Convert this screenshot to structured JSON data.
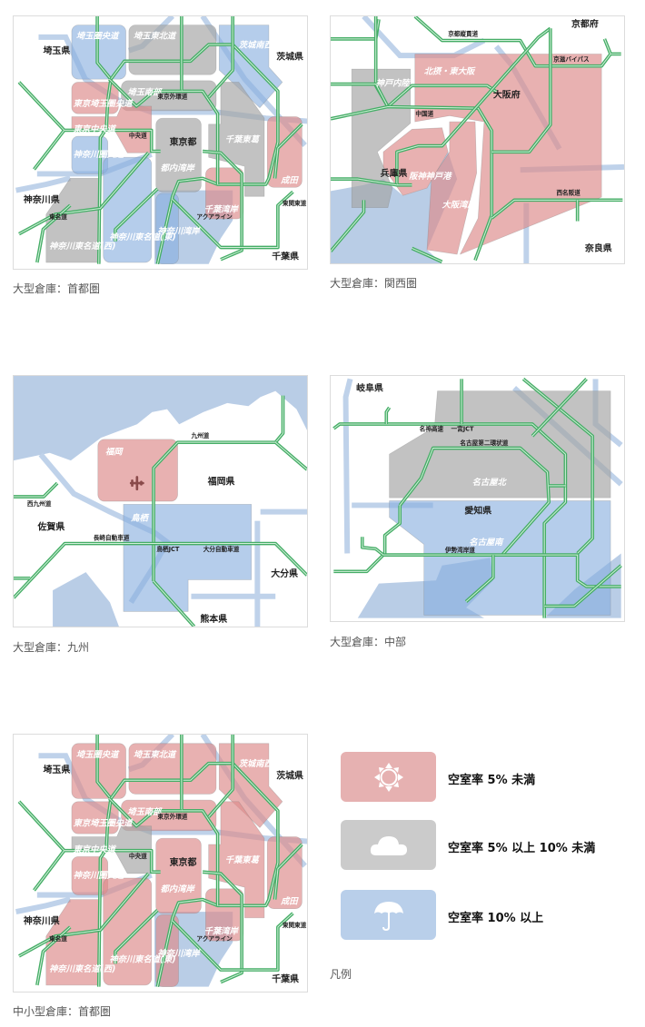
{
  "maps": [
    {
      "id": "kanto",
      "caption": "大型倉庫：首都圏",
      "prefectures": [
        "埼玉県",
        "茨城県",
        "神奈川県",
        "千葉県"
      ],
      "road_labels": [
        "アクアライン",
        "中央道",
        "東京外環道",
        "東名道",
        "東関東道"
      ],
      "regions": [
        {
          "name": "埼玉圏央道",
          "status": "blue"
        },
        {
          "name": "埼玉東北道",
          "status": "gray"
        },
        {
          "name": "茨城南西",
          "status": "blue"
        },
        {
          "name": "東京埼玉圏央道",
          "status": "red"
        },
        {
          "name": "埼玉南部",
          "status": "gray"
        },
        {
          "name": "東京中央道",
          "status": "red"
        },
        {
          "name": "神奈川圏央道",
          "status": "blue"
        },
        {
          "name": "都内湾岸",
          "status": "gray"
        },
        {
          "name": "千葉東葛",
          "status": "gray"
        },
        {
          "name": "成田",
          "status": "red"
        },
        {
          "name": "千葉湾岸",
          "status": "red"
        },
        {
          "name": "神奈川東名道(西)",
          "status": "gray"
        },
        {
          "name": "神奈川東名道(東)",
          "status": "blue"
        },
        {
          "name": "神奈川湾岸",
          "status": "blue"
        }
      ],
      "extra_labels": [
        "東京都"
      ]
    },
    {
      "id": "kansai",
      "caption": "大型倉庫：関西圏",
      "prefectures": [
        "京都府",
        "大阪府",
        "兵庫県",
        "奈良県"
      ],
      "road_labels": [
        "京滋バイパス",
        "中国道",
        "西名阪道",
        "京都縦貫道"
      ],
      "regions": [
        {
          "name": "北摂・東大阪",
          "status": "red"
        },
        {
          "name": "阪神神戸港",
          "status": "red"
        },
        {
          "name": "大阪湾岸",
          "status": "red"
        },
        {
          "name": "神戸内陸",
          "status": "gray"
        }
      ],
      "extra_labels": []
    },
    {
      "id": "kyushu",
      "caption": "大型倉庫：九州",
      "prefectures": [
        "福岡県",
        "佐賀県",
        "大分県",
        "熊本県"
      ],
      "road_labels": [
        "九州道",
        "西九州道",
        "長崎自動車道",
        "大分自動車道",
        "鳥栖JCT"
      ],
      "regions": [
        {
          "name": "福岡",
          "status": "red"
        },
        {
          "name": "鳥栖",
          "status": "blue"
        }
      ],
      "extra_labels": []
    },
    {
      "id": "chubu",
      "caption": "大型倉庫：中部",
      "prefectures": [
        "岐阜県",
        "愛知県"
      ],
      "road_labels": [
        "名神高速",
        "名古屋第二環状道",
        "伊勢湾岸道",
        "一宮JCT"
      ],
      "regions": [
        {
          "name": "名古屋北",
          "status": "gray"
        },
        {
          "name": "名古屋南",
          "status": "blue"
        }
      ],
      "extra_labels": []
    },
    {
      "id": "kanto",
      "caption": "中小型倉庫：首都圏",
      "prefectures": [
        "埼玉県",
        "茨城県",
        "神奈川県",
        "千葉県"
      ],
      "road_labels": [
        "アクアライン",
        "中央道",
        "東京外環道",
        "東名道",
        "東関東道"
      ],
      "regions": [
        {
          "name": "埼玉圏央道",
          "status": "red"
        },
        {
          "name": "埼玉東北道",
          "status": "red"
        },
        {
          "name": "茨城南西",
          "status": "red"
        },
        {
          "name": "東京埼玉圏央道",
          "status": "red"
        },
        {
          "name": "埼玉南部",
          "status": "red"
        },
        {
          "name": "東京中央道",
          "status": "gray"
        },
        {
          "name": "神奈川圏央道",
          "status": "red"
        },
        {
          "name": "都内湾岸",
          "status": "red"
        },
        {
          "name": "千葉東葛",
          "status": "red"
        },
        {
          "name": "成田",
          "status": "red"
        },
        {
          "name": "千葉湾岸",
          "status": "red"
        },
        {
          "name": "神奈川東名道(西)",
          "status": "red"
        },
        {
          "name": "神奈川東名道(東)",
          "status": "red"
        },
        {
          "name": "神奈川湾岸",
          "status": "red"
        }
      ],
      "extra_labels": [
        "東京都"
      ]
    }
  ],
  "legend": {
    "title": "凡例",
    "items": [
      {
        "label": "空室率 5% 未満",
        "status": "red",
        "icon": "sun-icon"
      },
      {
        "label": "空室率 5% 以上 10% 未満",
        "status": "gray",
        "icon": "cloud-icon"
      },
      {
        "label": "空室率 10% 以上",
        "status": "blue",
        "icon": "umbrella-icon"
      }
    ]
  },
  "colors": {
    "red": "#e6b1b1",
    "gray": "#c9c9c9",
    "blue": "#b7cde9",
    "road": "#45ad66",
    "river": "#bcd0e8"
  }
}
